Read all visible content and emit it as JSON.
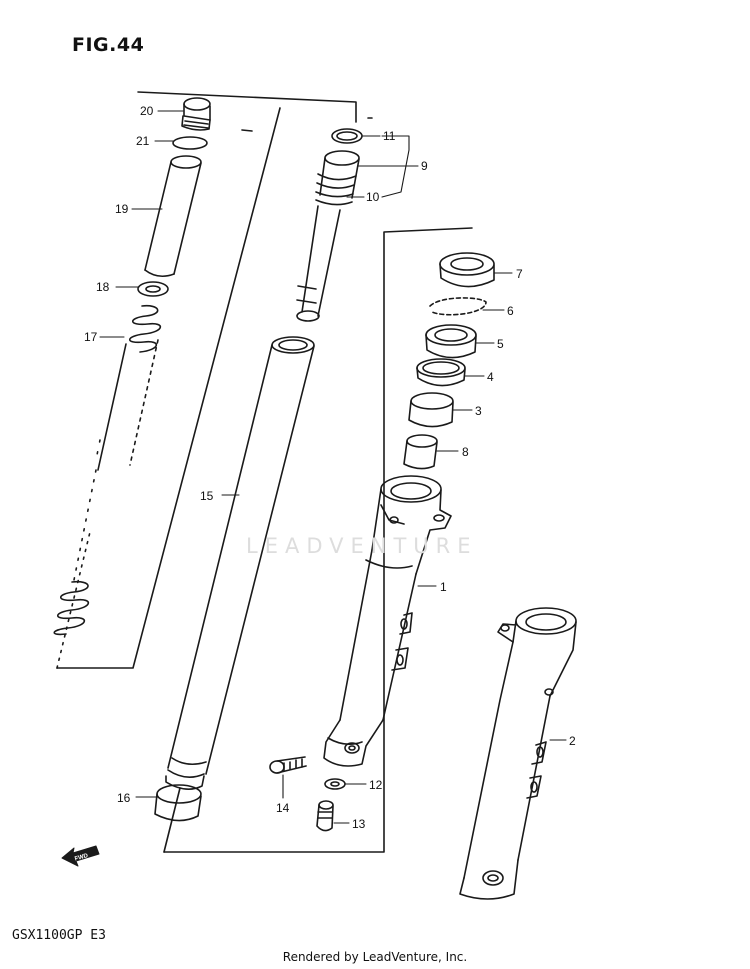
{
  "figure": {
    "title": "FIG.44",
    "model_code": "GSX1100GP E3",
    "footer": "Rendered by LeadVenture, Inc.",
    "watermark": "LEADVENTURE",
    "direction_label": "FWD"
  },
  "callouts": [
    {
      "number": "1",
      "part": "outer-tube-right"
    },
    {
      "number": "2",
      "part": "outer-tube-left"
    },
    {
      "number": "3",
      "part": "bushing"
    },
    {
      "number": "4",
      "part": "ring"
    },
    {
      "number": "5",
      "part": "oil-seal"
    },
    {
      "number": "6",
      "part": "clip"
    },
    {
      "number": "7",
      "part": "dust-seal"
    },
    {
      "number": "8",
      "part": "guide"
    },
    {
      "number": "9",
      "part": "cylinder"
    },
    {
      "number": "10",
      "part": "ring"
    },
    {
      "number": "11",
      "part": "ring"
    },
    {
      "number": "12",
      "part": "gasket"
    },
    {
      "number": "13",
      "part": "bolt"
    },
    {
      "number": "14",
      "part": "bolt"
    },
    {
      "number": "15",
      "part": "inner-tube"
    },
    {
      "number": "16",
      "part": "bushing"
    },
    {
      "number": "17",
      "part": "spring"
    },
    {
      "number": "18",
      "part": "spacer"
    },
    {
      "number": "19",
      "part": "spacer-tube"
    },
    {
      "number": "20",
      "part": "cap-bolt"
    },
    {
      "number": "21",
      "part": "o-ring"
    }
  ]
}
